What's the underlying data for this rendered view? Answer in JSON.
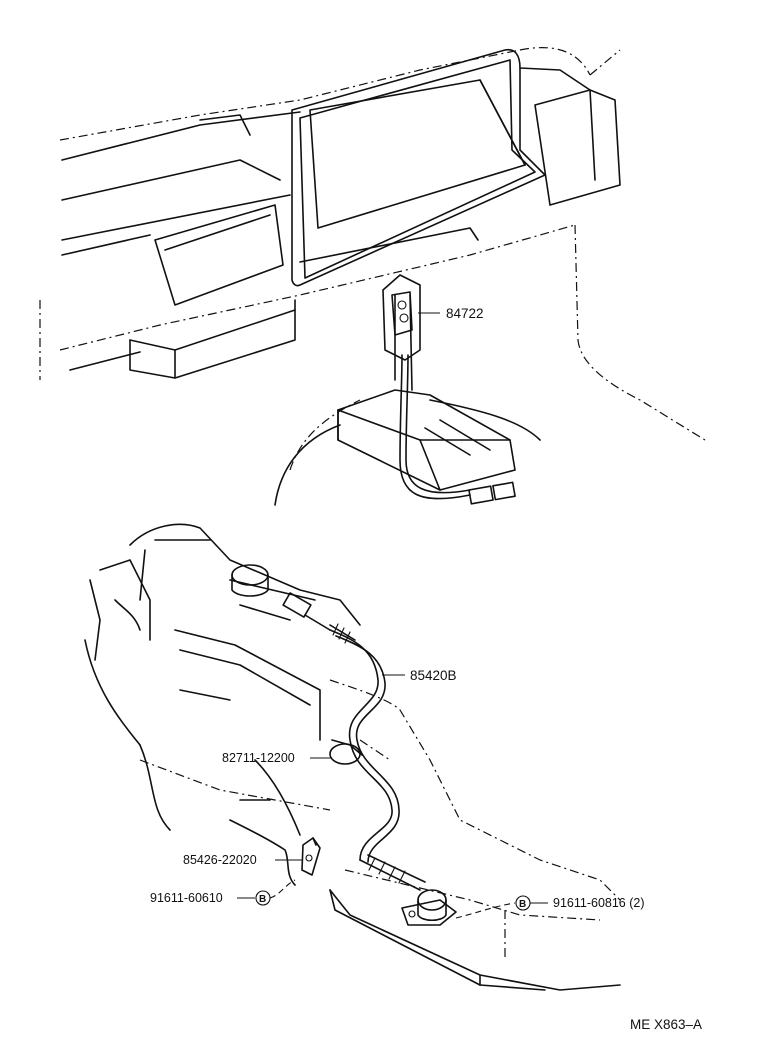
{
  "parts": {
    "switch_84722": "84722",
    "cable_85420b": "85420B",
    "clamp_82711": "82711-12200",
    "bracket_85426": "85426-22020",
    "bolt_left": "91611-60610",
    "bolt_right": "91611-60816 (2)"
  },
  "callout_marker": "B",
  "figure_code": "ME X863–A"
}
